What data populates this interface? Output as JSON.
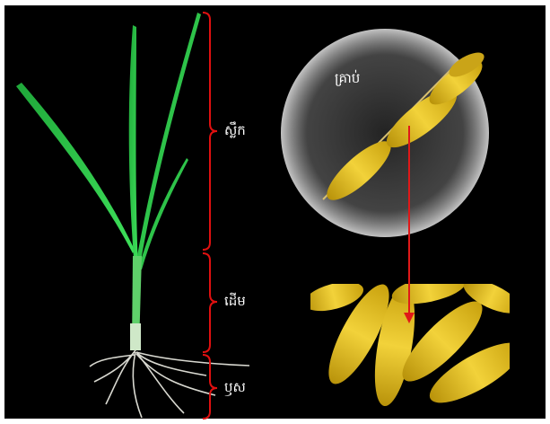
{
  "labels": {
    "grain": "គ្រាប់",
    "leaf": "ស្លឹក",
    "stem": "ដើម",
    "root": "ឫស"
  },
  "colors": {
    "background": "#000000",
    "leaf_green": "#2fcf4a",
    "brace_red": "#e01010",
    "grain_yellow": "#e8c21a",
    "arrow_red": "#e01818"
  }
}
